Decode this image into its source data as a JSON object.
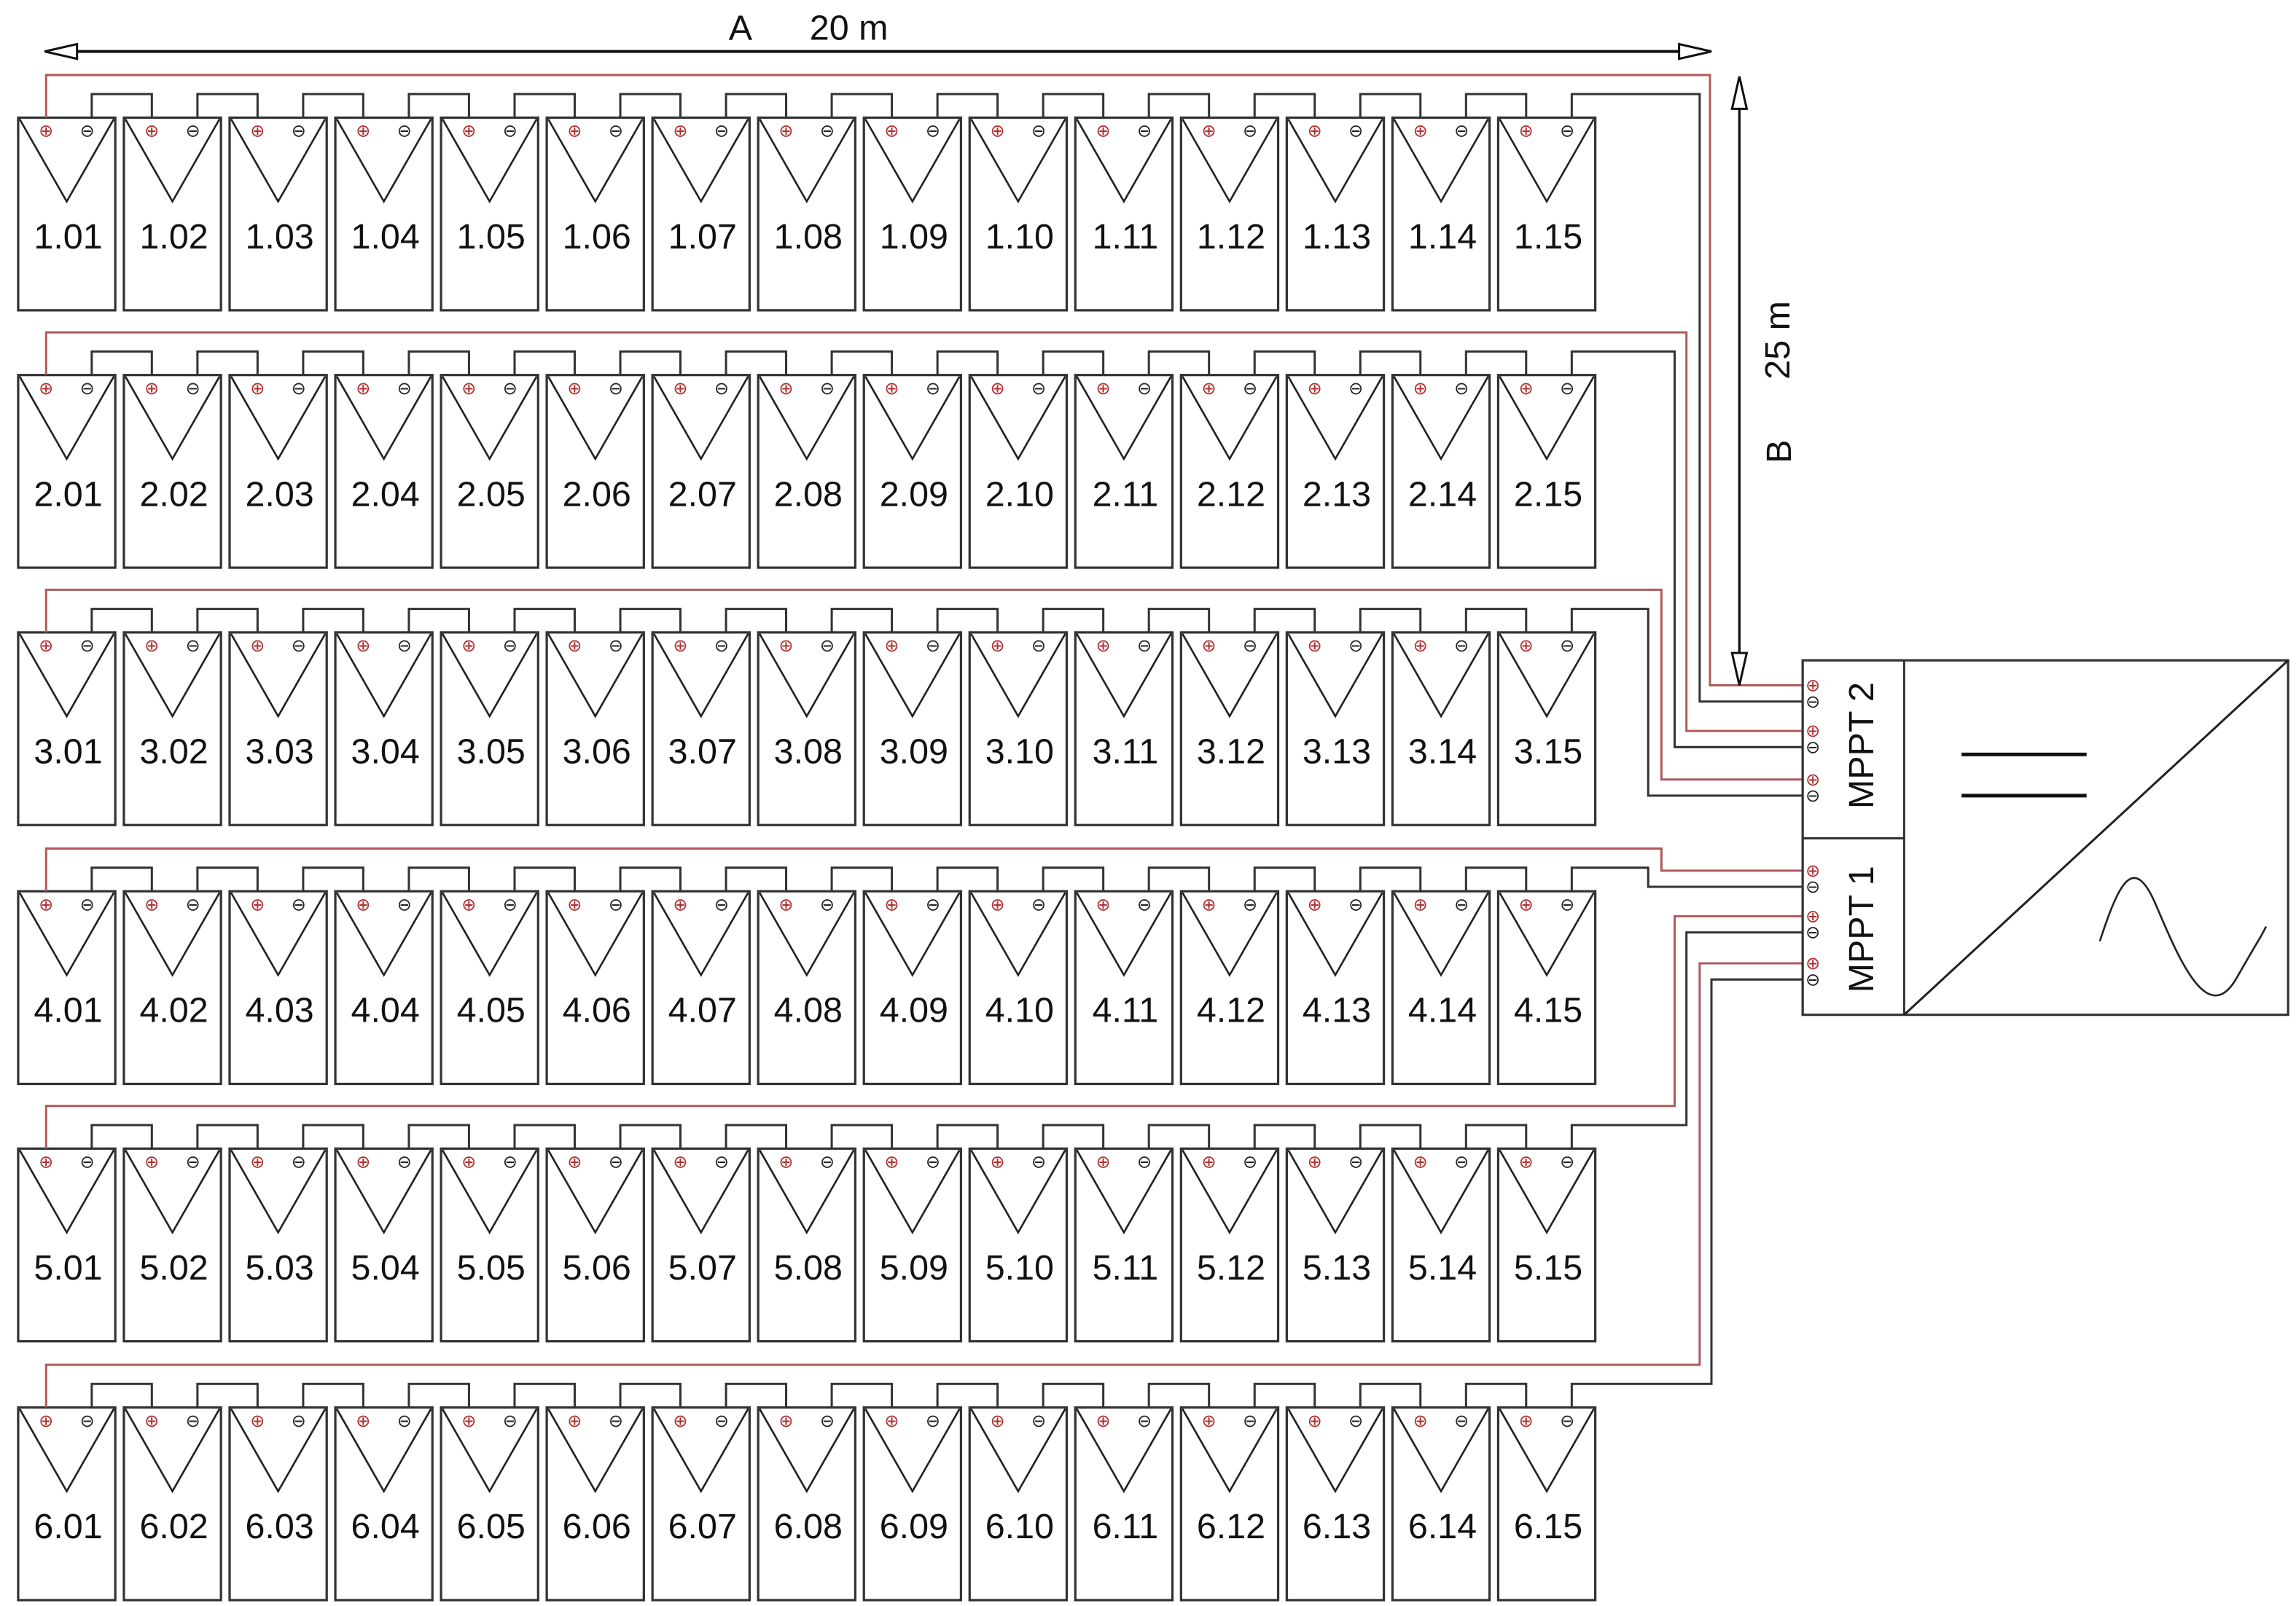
{
  "dimensions": {
    "a_label": "A",
    "a_value": "20 m",
    "b_label": "B",
    "b_value": "25 m"
  },
  "inverter": {
    "mppt2_label": "MPPT 2",
    "mppt1_label": "MPPT 1"
  },
  "terminal_symbols": {
    "plus": "⊕",
    "minus": "⊖"
  },
  "colors": {
    "positive_wire": "#b05a5a",
    "negative_wire": "#333333"
  },
  "rows": [
    {
      "mppt": "MPPT 2",
      "panels": [
        "1.01",
        "1.02",
        "1.03",
        "1.04",
        "1.05",
        "1.06",
        "1.07",
        "1.08",
        "1.09",
        "1.10",
        "1.11",
        "1.12",
        "1.13",
        "1.14",
        "1.15"
      ]
    },
    {
      "mppt": "MPPT 2",
      "panels": [
        "2.01",
        "2.02",
        "2.03",
        "2.04",
        "2.05",
        "2.06",
        "2.07",
        "2.08",
        "2.09",
        "2.10",
        "2.11",
        "2.12",
        "2.13",
        "2.14",
        "2.15"
      ]
    },
    {
      "mppt": "MPPT 2",
      "panels": [
        "3.01",
        "3.02",
        "3.03",
        "3.04",
        "3.05",
        "3.06",
        "3.07",
        "3.08",
        "3.09",
        "3.10",
        "3.11",
        "3.12",
        "3.13",
        "3.14",
        "3.15"
      ]
    },
    {
      "mppt": "MPPT 1",
      "panels": [
        "4.01",
        "4.02",
        "4.03",
        "4.04",
        "4.05",
        "4.06",
        "4.07",
        "4.08",
        "4.09",
        "4.10",
        "4.11",
        "4.12",
        "4.13",
        "4.14",
        "4.15"
      ]
    },
    {
      "mppt": "MPPT 1",
      "panels": [
        "5.01",
        "5.02",
        "5.03",
        "5.04",
        "5.05",
        "5.06",
        "5.07",
        "5.08",
        "5.09",
        "5.10",
        "5.11",
        "5.12",
        "5.13",
        "5.14",
        "5.15"
      ]
    },
    {
      "mppt": "MPPT 1",
      "panels": [
        "6.01",
        "6.02",
        "6.03",
        "6.04",
        "6.05",
        "6.06",
        "6.07",
        "6.08",
        "6.09",
        "6.10",
        "6.11",
        "6.12",
        "6.13",
        "6.14",
        "6.15"
      ]
    }
  ]
}
